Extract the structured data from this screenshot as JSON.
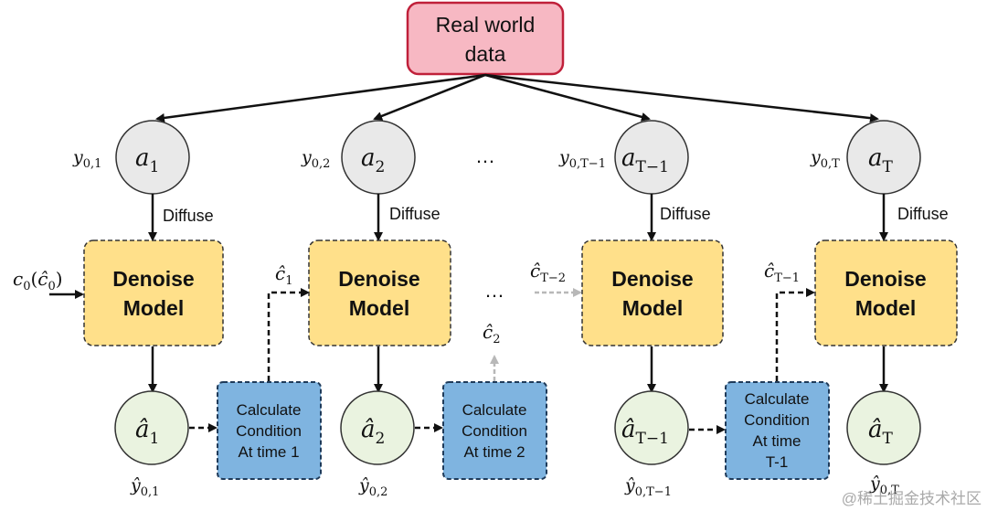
{
  "top_box": {
    "line1": "Real world",
    "line2": "data"
  },
  "colors": {
    "top_box_fill": "#f7b8c3",
    "top_box_stroke": "#c0203a",
    "input_circle_fill": "#e9e9e9",
    "output_circle_fill": "#eaf3e0",
    "model_fill": "#ffe08a",
    "calc_fill": "#7fb4e0",
    "calc_stroke": "#1f3b5a",
    "faded_arrow": "#b8b8b8"
  },
  "columns": [
    {
      "y_label": "y",
      "y_sub": "0,1",
      "a_label": "a",
      "a_sub": "1",
      "diffuse": "Diffuse",
      "model_l1": "Denoise",
      "model_l2": "Model",
      "ahat_label": "â",
      "ahat_sub": "1",
      "yhat_label": "ŷ",
      "yhat_sub": "0,1"
    },
    {
      "y_label": "y",
      "y_sub": "0,2",
      "a_label": "a",
      "a_sub": "2",
      "diffuse": "Diffuse",
      "model_l1": "Denoise",
      "model_l2": "Model",
      "ahat_label": "â",
      "ahat_sub": "2",
      "yhat_label": "ŷ",
      "yhat_sub": "0,2"
    },
    {
      "y_label": "y",
      "y_sub": "0,T−1",
      "a_label": "a",
      "a_sub": "T−1",
      "diffuse": "Diffuse",
      "model_l1": "Denoise",
      "model_l2": "Model",
      "ahat_label": "â",
      "ahat_sub": "T−1",
      "yhat_label": "ŷ",
      "yhat_sub": "0,T−1"
    },
    {
      "y_label": "y",
      "y_sub": "0,T",
      "a_label": "a",
      "a_sub": "T",
      "diffuse": "Diffuse",
      "model_l1": "Denoise",
      "model_l2": "Model",
      "ahat_label": "â",
      "ahat_sub": "T",
      "yhat_label": "ŷ",
      "yhat_sub": "0,T"
    }
  ],
  "calc_boxes": [
    {
      "l1": "Calculate",
      "l2": "Condition",
      "l3": "At time 1"
    },
    {
      "l1": "Calculate",
      "l2": "Condition",
      "l3": "At time 2"
    },
    {
      "l1": "Calculate",
      "l2": "Condition",
      "l3": "At time",
      "l4": "T-1"
    }
  ],
  "conditions": {
    "c0": {
      "base": "c",
      "sub": "0",
      "paren_base": "ĉ",
      "paren_sub": "0"
    },
    "c1": {
      "base": "ĉ",
      "sub": "1"
    },
    "c2": {
      "base": "ĉ",
      "sub": "2"
    },
    "cT2": {
      "base": "ĉ",
      "sub": "T−2"
    },
    "cT1": {
      "base": "ĉ",
      "sub": "T−1"
    }
  },
  "ellipsis": "…",
  "watermark": "@稀土掘金技术社区"
}
